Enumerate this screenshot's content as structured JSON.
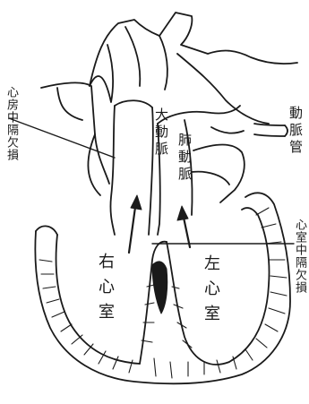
{
  "labels": {
    "atrial_septal_defect": "心房中隔欠損",
    "aorta": "大動脈",
    "pulmonary_artery": "肺動脈",
    "ductus_arteriosus": "動脈管",
    "right_ventricle": "右心室",
    "left_ventricle": "左心室",
    "ventricular_septal_defect": "心室中隔欠損"
  },
  "colors": {
    "ink": "#1a1a1a",
    "paper": "#ffffff"
  }
}
